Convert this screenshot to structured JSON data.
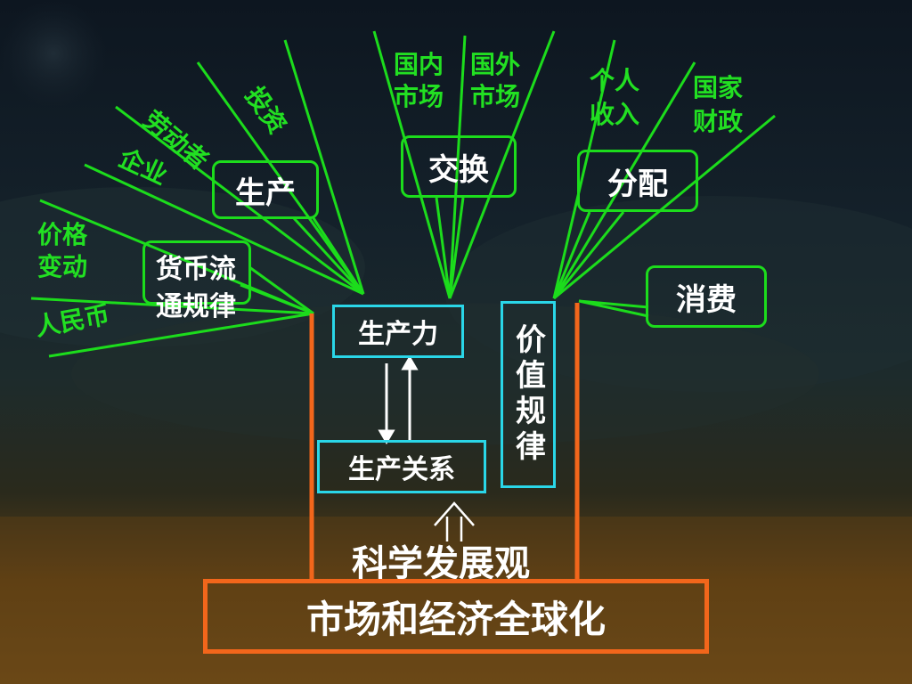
{
  "nodes": {
    "production": "生产",
    "exchange": "交换",
    "distribution": "分配",
    "consumption": "消费",
    "currency_circulation": "货币流通规律",
    "productivity": "生产力",
    "relations_of_production": "生产关系",
    "law_of_value": "价值规律",
    "scientific_outlook": "科学发展观",
    "globalization": "市场和经济全球化"
  },
  "branches": {
    "labor": "劳动者",
    "investment": "投资",
    "enterprise": "企业",
    "price_change": "价格变动",
    "rmb": "人民币",
    "domestic_market": "国内市场",
    "foreign_market": "国外市场",
    "personal_income": "个人收入",
    "national_finance": "国家财政"
  },
  "colors": {
    "green": "#1cdc1c",
    "cyan": "#2ad6e8",
    "orange": "#f2661b",
    "text": "#ffffff"
  }
}
